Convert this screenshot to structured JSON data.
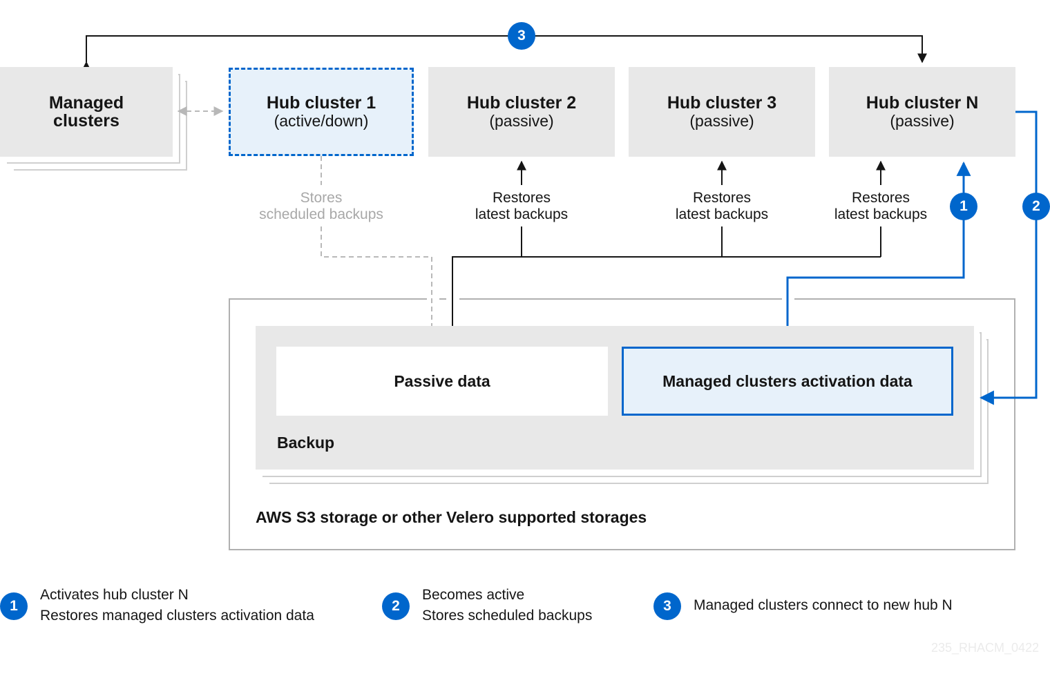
{
  "managed": {
    "line1": "Managed",
    "line2": "clusters"
  },
  "hubs": [
    {
      "name": "Hub cluster 1",
      "state": "(active/down)"
    },
    {
      "name": "Hub cluster 2",
      "state": "(passive)"
    },
    {
      "name": "Hub cluster 3",
      "state": "(passive)"
    },
    {
      "name": "Hub cluster N",
      "state": "(passive)"
    }
  ],
  "labels": {
    "stores_1": "Stores",
    "stores_2": "scheduled backups",
    "restores_1": "Restores",
    "restores_2": "latest backups"
  },
  "backup": {
    "passive_data": "Passive data",
    "activation_data": "Managed clusters activation data",
    "title": "Backup"
  },
  "storage": "AWS S3 storage or other Velero supported storages",
  "badges": [
    "1",
    "2",
    "3"
  ],
  "legend": [
    {
      "num": "1",
      "line1": "Activates hub cluster N",
      "line2": "Restores managed clusters activation data"
    },
    {
      "num": "2",
      "line1": "Becomes active",
      "line2": "Stores scheduled backups"
    },
    {
      "num": "3",
      "line1": "Managed clusters connect to new hub N",
      "line2": ""
    }
  ],
  "watermark": "235_RHACM_0422",
  "colors": {
    "blue": "#0066cc",
    "gray_box": "#e8e8e8",
    "light_blue": "#e7f1fa",
    "dash_gray": "#b8b8b8"
  }
}
